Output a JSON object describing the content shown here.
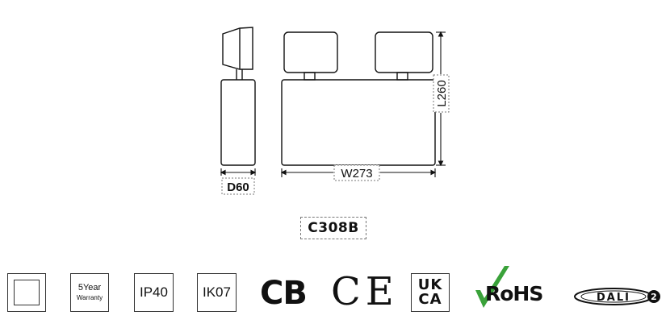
{
  "diagram": {
    "depth_label": "D60",
    "width_label": "W273",
    "length_label": "L260",
    "model": "C308B"
  },
  "certifications": {
    "warranty_line1": "5Year",
    "warranty_line2": "Warranty",
    "ip_rating": "IP40",
    "ik_rating": "IK07",
    "cb_mark": "CB",
    "ce_mark": "CE",
    "ukca_line1": "UK",
    "ukca_line2": "CA",
    "rohs_mark": "RoHS",
    "dali_mark": "DALI",
    "dali_version": "2"
  },
  "colors": {
    "line": "#111111",
    "rohs_check": "#3aa23a"
  }
}
